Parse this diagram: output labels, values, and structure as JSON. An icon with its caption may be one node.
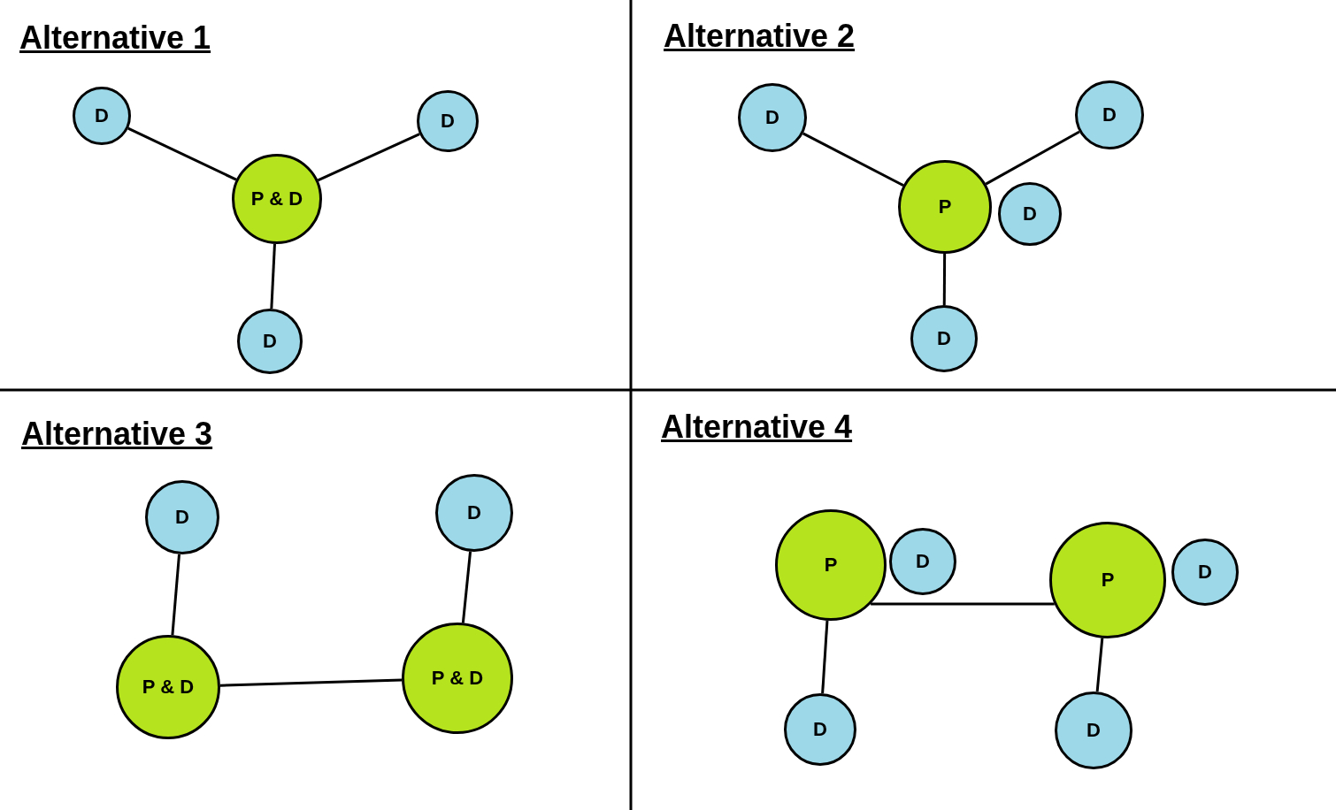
{
  "diagram": {
    "nodes": [
      {
        "text": [
          "D"
        ]
      },
      {
        "text": [
          "D"
        ]
      },
      {
        "text": [
          "P & D"
        ]
      },
      {
        "text": [
          "D"
        ]
      },
      {
        "text": [
          "D"
        ]
      },
      {
        "text": [
          "D"
        ]
      },
      {
        "text": [
          "P"
        ]
      },
      {
        "text": [
          "D"
        ]
      },
      {
        "text": [
          "D"
        ]
      },
      {
        "text": [
          "D"
        ]
      },
      {
        "text": [
          "D"
        ]
      },
      {
        "text": [
          "P & D"
        ]
      },
      {
        "text": [
          "P & D"
        ]
      },
      {
        "text": [
          "P"
        ]
      },
      {
        "text": [
          "D"
        ]
      },
      {
        "text": [
          "P"
        ]
      },
      {
        "text": [
          "D"
        ]
      },
      {
        "text": [
          "D"
        ]
      },
      {
        "text": [
          "D"
        ]
      }
    ],
    "edges": [
      {
        "from": 0,
        "to": 2,
        "arrow": "none"
      },
      {
        "from": 1,
        "to": 2,
        "arrow": "none"
      },
      {
        "from": 2,
        "to": 3,
        "arrow": "none"
      },
      {
        "from": 4,
        "to": 6,
        "arrow": "none"
      },
      {
        "from": 5,
        "to": 6,
        "arrow": "none"
      },
      {
        "from": 6,
        "to": 8,
        "arrow": "none"
      },
      {
        "from": 9,
        "to": 11,
        "arrow": "none"
      },
      {
        "from": 10,
        "to": 12,
        "arrow": "none"
      },
      {
        "from": 11,
        "to": 12,
        "arrow": "none"
      },
      {
        "from": 13,
        "to": 15,
        "arrow": "none"
      },
      {
        "from": 13,
        "to": 17,
        "arrow": "none"
      },
      {
        "from": 15,
        "to": 18,
        "arrow": "none"
      }
    ],
    "labels": [
      "Alternative 1",
      "Alternative 2",
      "Alternative 3",
      "Alternative 4"
    ]
  }
}
